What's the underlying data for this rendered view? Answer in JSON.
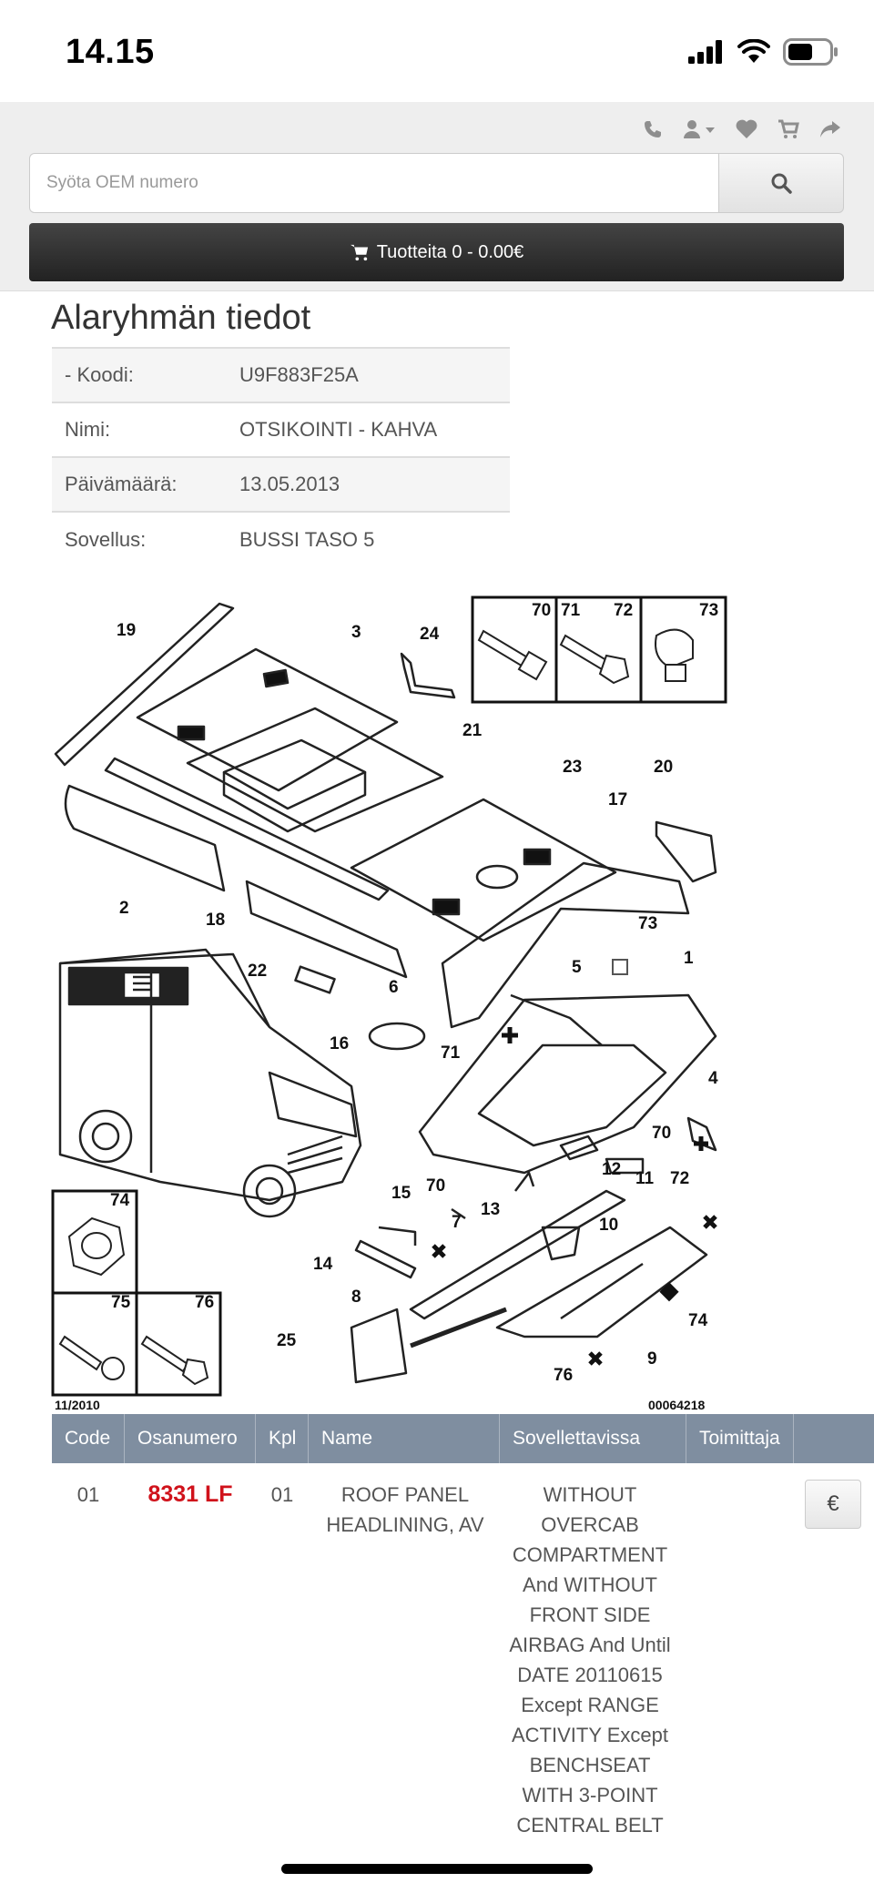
{
  "status_bar": {
    "time": "14.15"
  },
  "header": {
    "search": {
      "placeholder": "Syöta OEM numero"
    },
    "cart": {
      "label": "Tuotteita 0 - 0.00€"
    },
    "toolbar_icons": [
      "phone-icon",
      "user-icon",
      "heart-icon",
      "cart-icon",
      "share-icon"
    ]
  },
  "subgroup": {
    "title": "Alaryhmän tiedot",
    "rows": [
      {
        "key": "- Koodi:",
        "value": "U9F883F25A"
      },
      {
        "key": "Nimi:",
        "value": "OTSIKOINTI - KAHVA"
      },
      {
        "key": "Päivämäärä:",
        "value": "13.05.2013"
      },
      {
        "key": "Sovellus:",
        "value": "BUSSI TASO 5"
      }
    ]
  },
  "diagram": {
    "callouts": [
      "19",
      "3",
      "24",
      "70",
      "71",
      "72",
      "73",
      "21",
      "23",
      "20",
      "17",
      "2",
      "18",
      "73",
      "5",
      "1",
      "22",
      "6",
      "16",
      "71",
      "4",
      "70",
      "12",
      "11",
      "72",
      "74",
      "15",
      "70",
      "7",
      "13",
      "10",
      "14",
      "8",
      "75",
      "76",
      "25",
      "74",
      "76",
      "9"
    ],
    "footer_left": "11/2010",
    "footer_right": "00064218"
  },
  "parts": {
    "headers": [
      "Code",
      "Osanumero",
      "Kpl",
      "Name",
      "Sovellettavissa",
      "Toimittaja",
      ""
    ],
    "rows": [
      {
        "code": "01",
        "part_number": "8331 LF",
        "qty": "01",
        "name": "ROOF PANEL HEADLINING, AV",
        "applicability": "WITHOUT OVERCAB COMPARTMENT And WITHOUT FRONT SIDE AIRBAG And Until DATE 20110615 Except RANGE ACTIVITY Except BENCHSEAT WITH 3-POINT CENTRAL BELT",
        "supplier": "",
        "price_button": "€"
      }
    ]
  },
  "colors": {
    "accent_red": "#d0121b",
    "table_header": "#7f8ea0",
    "cart_bar": "#333333"
  }
}
